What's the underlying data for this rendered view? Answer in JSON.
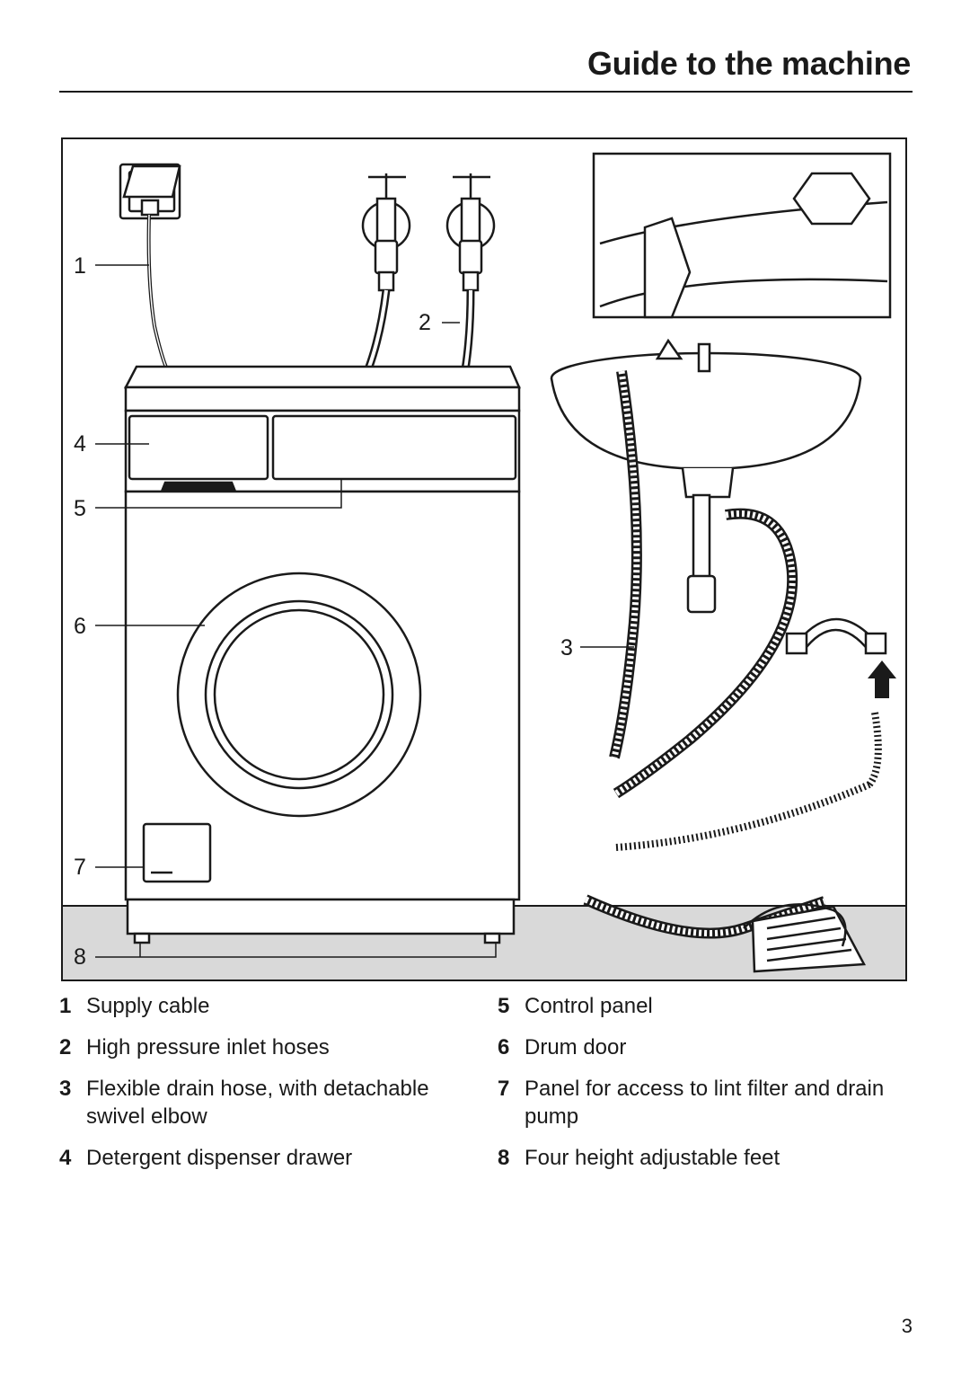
{
  "header": {
    "title": "Guide to the machine"
  },
  "figure": {
    "callouts": [
      "1",
      "2",
      "3",
      "4",
      "5",
      "6",
      "7",
      "8"
    ]
  },
  "legend": {
    "items": [
      {
        "num": "1",
        "text": "Supply cable"
      },
      {
        "num": "2",
        "text": "High pressure inlet hoses"
      },
      {
        "num": "3",
        "text": "Flexible drain hose, with detachable swivel elbow"
      },
      {
        "num": "4",
        "text": "Detergent dispenser drawer"
      },
      {
        "num": "5",
        "text": "Control panel"
      },
      {
        "num": "6",
        "text": "Drum door"
      },
      {
        "num": "7",
        "text": "Panel for access to lint filter and drain pump"
      },
      {
        "num": "8",
        "text": "Four height adjustable feet"
      }
    ]
  },
  "footer": {
    "page_number": "3"
  }
}
